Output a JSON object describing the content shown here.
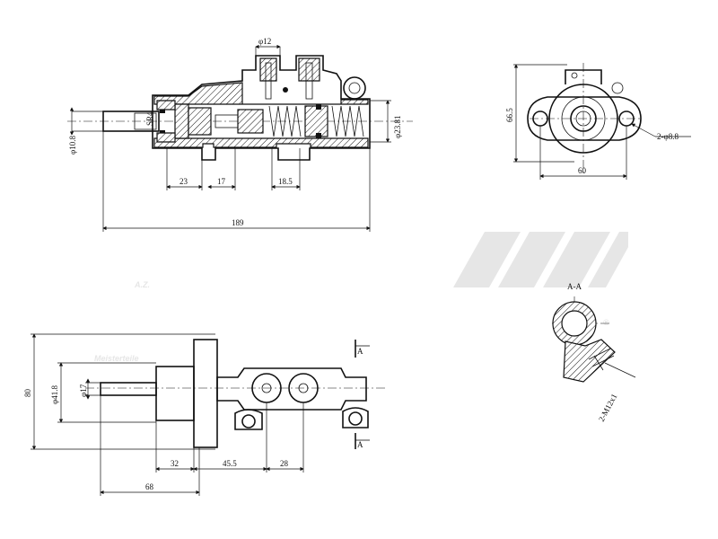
{
  "watermark": {
    "brand_line1": "A.Z.",
    "brand_line2": "Meisterteile",
    "registered": "®"
  },
  "top_view": {
    "dim_d12": "φ12",
    "dim_sr4": "SR4",
    "dim_d10_8": "φ10.8",
    "dim_d23_81": "φ23.81",
    "dim_23": "23",
    "dim_17": "17",
    "dim_18_5": "18.5",
    "dim_189": "189"
  },
  "end_view": {
    "dim_66_5": "66.5",
    "dim_60": "60",
    "dim_holes": "2-φ8.8"
  },
  "bottom_view": {
    "dim_80": "80",
    "dim_d41_8": "φ41.8",
    "dim_d17": "φ17",
    "dim_32": "32",
    "dim_45_5": "45.5",
    "dim_28": "28",
    "dim_68": "68",
    "section_mark_top": "A",
    "section_mark_bottom": "A"
  },
  "section_view": {
    "title": "A-A",
    "dim_thread": "2-M12x1"
  }
}
